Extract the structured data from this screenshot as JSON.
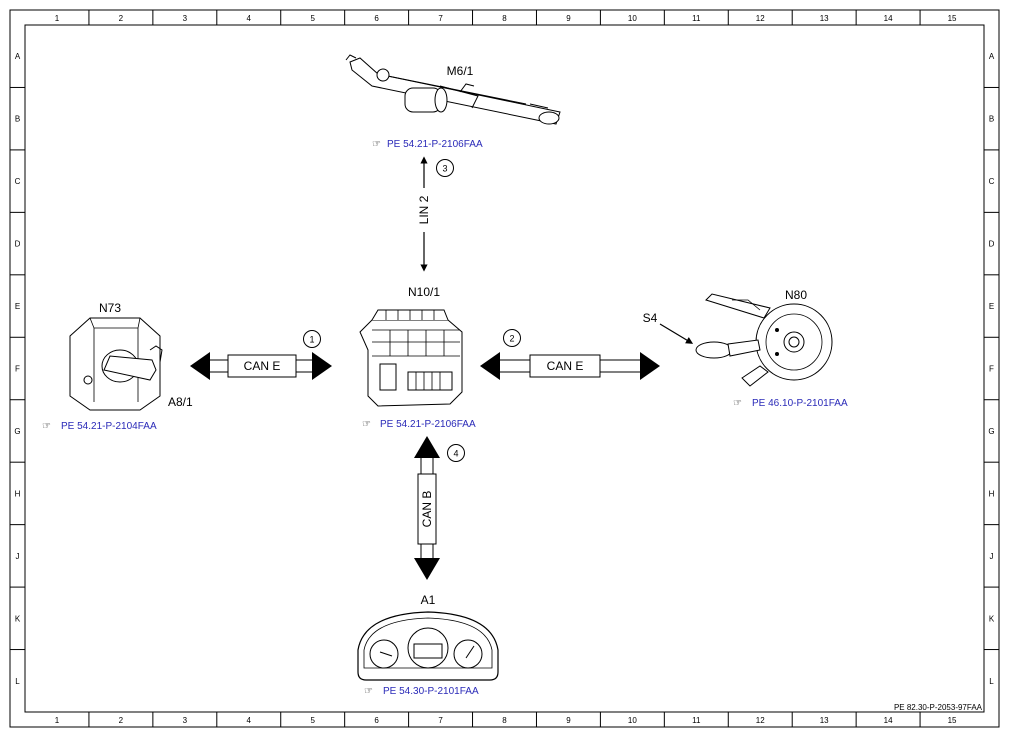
{
  "grid": {
    "columns": [
      "1",
      "2",
      "3",
      "4",
      "5",
      "6",
      "7",
      "8",
      "9",
      "10",
      "11",
      "12",
      "13",
      "14",
      "15"
    ],
    "rows": [
      "A",
      "B",
      "C",
      "D",
      "E",
      "F",
      "G",
      "H",
      "J",
      "K",
      "L"
    ]
  },
  "document_id": "PE 82.30-P-2053-97FAA",
  "components": {
    "wiper": {
      "label": "M6/1",
      "ref": "PE 54.21-P-2106FAA"
    },
    "module": {
      "label": "N10/1",
      "ref": "PE 54.21-P-2106FAA"
    },
    "ignition": {
      "label": "N73",
      "sublabel": "A8/1",
      "ref": "PE 54.21-P-2104FAA"
    },
    "steering": {
      "label": "N80",
      "sublabel": "S4",
      "ref": "PE 46.10-P-2101FAA"
    },
    "cluster": {
      "label": "A1",
      "ref": "PE 54.30-P-2101FAA"
    }
  },
  "connections": {
    "c1": {
      "bus": "CAN E",
      "num": "1"
    },
    "c2": {
      "bus": "CAN E",
      "num": "2"
    },
    "c3": {
      "bus": "LIN 2",
      "num": "3"
    },
    "c4": {
      "bus": "CAN B",
      "num": "4"
    }
  },
  "colors": {
    "line": "#000000",
    "ref_text": "#2a2ab8",
    "background": "#ffffff"
  },
  "icons": {
    "ref_marker": "pointing-hand-icon"
  }
}
